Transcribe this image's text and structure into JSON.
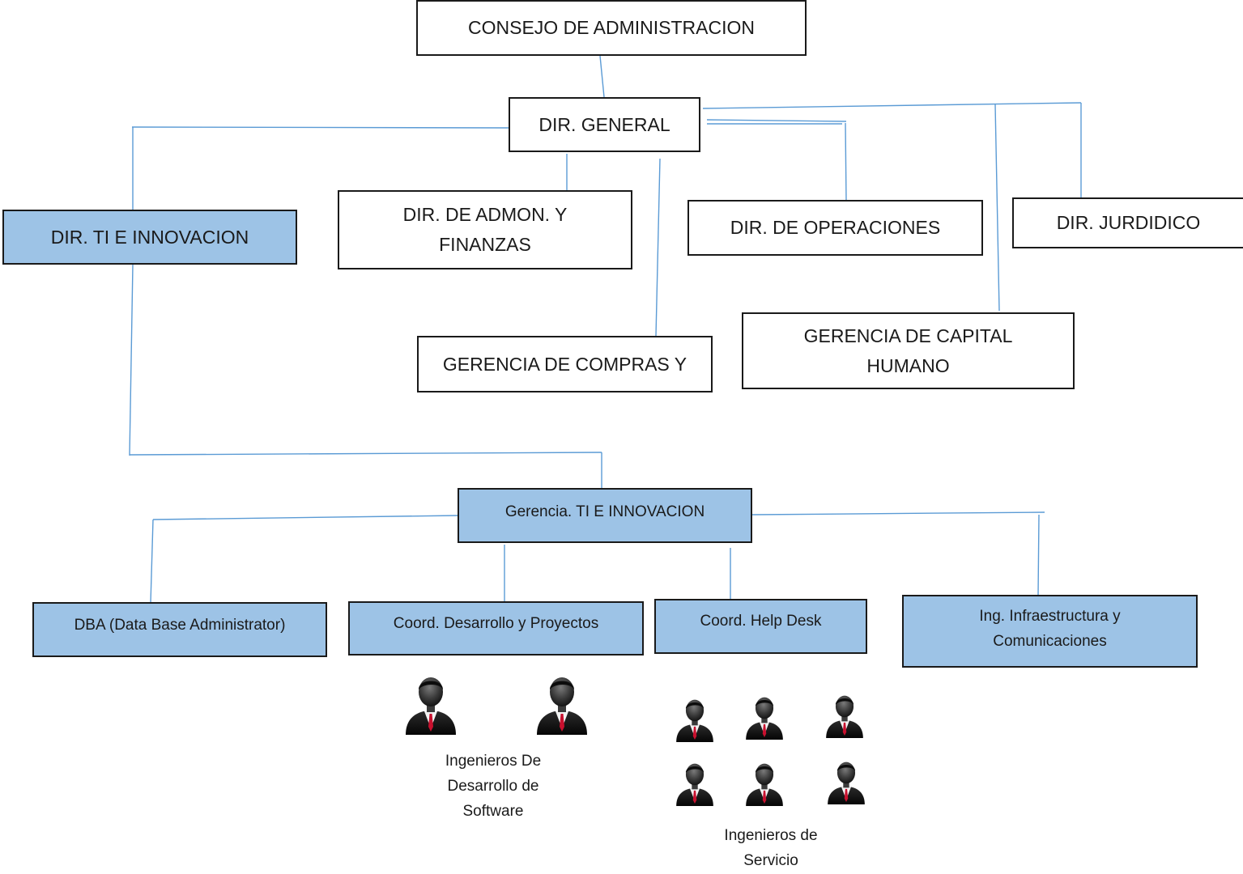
{
  "nodes": {
    "consejo": "CONSEJO DE ADMINISTRACION",
    "dir_general": "DIR. GENERAL",
    "dir_ti": "DIR. TI E INNOVACION",
    "dir_admon": "DIR. DE ADMON. Y\nFINANZAS",
    "dir_operaciones": "DIR. DE OPERACIONES",
    "dir_juridico": "DIR. JURDIDICO",
    "ger_compras": "GERENCIA DE COMPRAS Y",
    "ger_capital": "GERENCIA DE CAPITAL\nHUMANO",
    "ger_ti": "Gerencia. TI E INNOVACION",
    "dba": "DBA (Data Base Administrator)",
    "coord_desarrollo": "Coord. Desarrollo y Proyectos",
    "coord_helpdesk": "Coord. Help Desk",
    "ing_infra": "Ing. Infraestructura y\nComunicaciones"
  },
  "captions": {
    "desarrollo": "Ingenieros De\nDesarrollo de\nSoftware",
    "servicio": "Ingenieros de\nServicio"
  },
  "icons": {
    "person": "businessman-icon"
  },
  "colors": {
    "connector": "#5b9bd5",
    "highlight": "#9dc3e6",
    "border": "#1a1a1a"
  }
}
